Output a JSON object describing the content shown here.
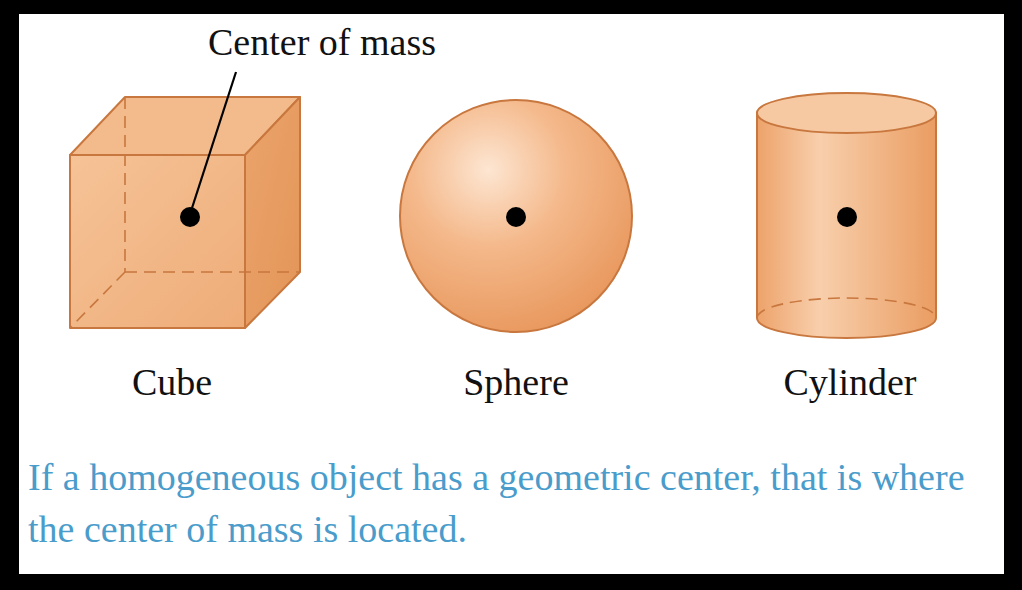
{
  "diagram": {
    "caption": "If a homogeneous object has a geometric center, that is where the center of mass is located.",
    "labels": [
      "Center of mass",
      "Cube",
      "Sphere",
      "Cylinder"
    ]
  }
}
